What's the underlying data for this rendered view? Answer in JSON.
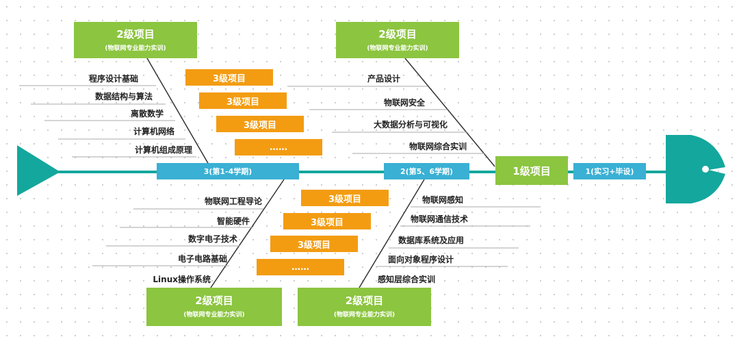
{
  "colors": {
    "spine": "#14a79d",
    "bone": "#333333",
    "level2": "#8cc540",
    "level3": "#f39c12",
    "stage": "#39b0d4"
  },
  "level2": {
    "top_left": {
      "title": "2级项目",
      "subtitle": "(物联网专业能力实训)"
    },
    "top_right": {
      "title": "2级项目",
      "subtitle": "(物联网专业能力实训)"
    },
    "bottom_left": {
      "title": "2级项目",
      "subtitle": "(物联网专业能力实训)"
    },
    "bottom_right": {
      "title": "2级项目",
      "subtitle": "(物联网专业能力实训)"
    }
  },
  "level1": {
    "label": "1级项目"
  },
  "level3": {
    "top": [
      "3级项目",
      "3级项目",
      "3级项目",
      "……"
    ],
    "bottom": [
      "3级项目",
      "3级项目",
      "3级项目",
      "……"
    ]
  },
  "stages": {
    "s3": "3(第1-4学期)",
    "s2": "2(第5、6学期)",
    "s1": "1(实习+毕设)"
  },
  "courses": {
    "top_left": [
      "程序设计基础",
      "数据结构与算法",
      "离散数学",
      "计算机网络",
      "计算机组成原理"
    ],
    "top_right": [
      "产品设计",
      "物联网安全",
      "大数据分析与可视化",
      "物联网综合实训"
    ],
    "bottom_left": [
      "物联网工程导论",
      "智能硬件",
      "数字电子技术",
      "电子电路基础",
      "Linux操作系统"
    ],
    "bottom_right": [
      "物联网感知",
      "物联网通信技术",
      "数据库系统及应用",
      "面向对象程序设计",
      "感知层综合实训"
    ]
  },
  "icons": {
    "tail": "fish-tail-icon",
    "head": "fish-head-icon"
  }
}
